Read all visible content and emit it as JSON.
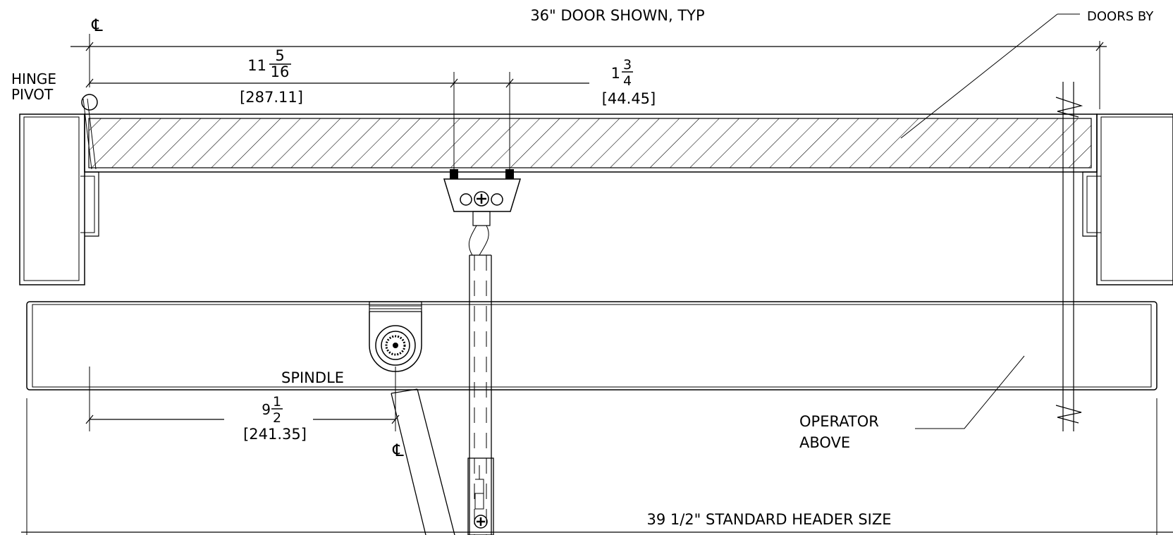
{
  "labels": {
    "door_shown": "36\" DOOR SHOWN, TYP",
    "doors_by": "DOORS BY",
    "hinge": "HINGE",
    "pivot": "PIVOT",
    "spindle": "SPINDLE",
    "operator_line1": "OPERATOR",
    "operator_line2": "ABOVE",
    "header_size": "39 1/2\" STANDARD HEADER SIZE"
  },
  "centerline_symbol": "℄",
  "dimensions": {
    "hinge_to_arm": {
      "whole": "11",
      "numerator": "5",
      "denominator": "16",
      "metric": "[287.11]"
    },
    "arm_width": {
      "whole": "1",
      "numerator": "3",
      "denominator": "4",
      "metric": "[44.45]"
    },
    "pivot_to_spindle": {
      "whole": "9",
      "numerator": "1",
      "denominator": "2",
      "metric": "[241.35]"
    }
  }
}
